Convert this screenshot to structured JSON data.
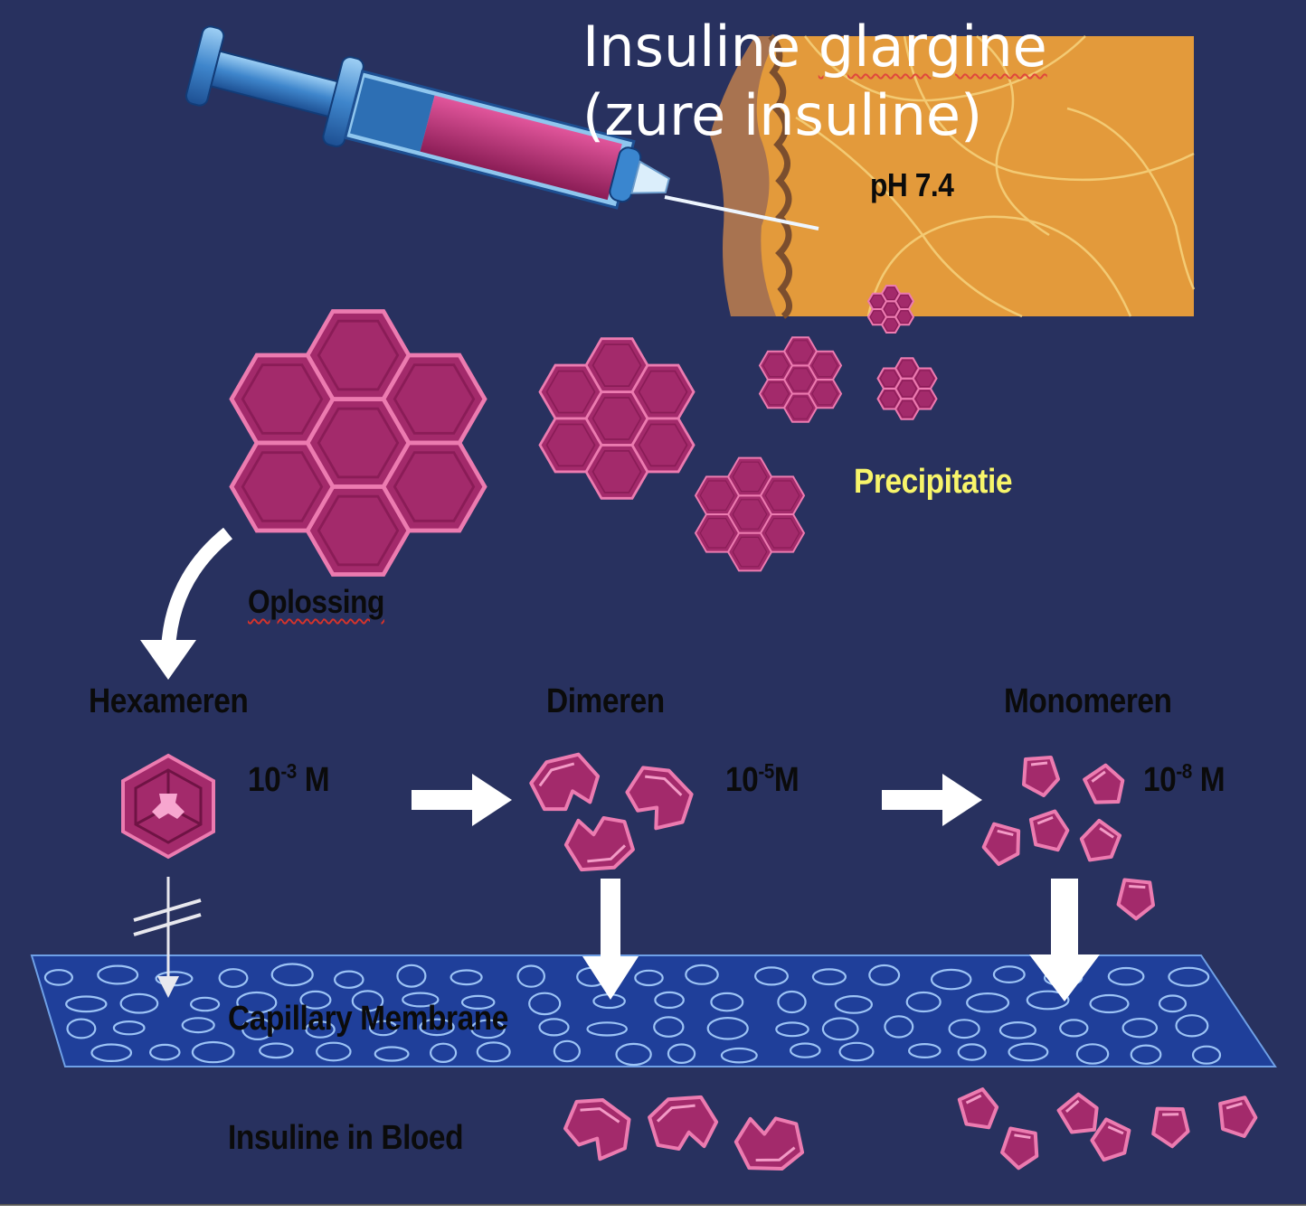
{
  "title": {
    "line1_a": "Insuline ",
    "line1_b": "glargine",
    "line2": "(zure insuline)"
  },
  "labels": {
    "ph": "pH 7.4",
    "precipitation": "Precipitatie",
    "dissolution": "Oplossing",
    "hexamers": "Hexameren",
    "dimers": "Dimeren",
    "monomers": "Monomeren",
    "membrane": "Capillary Membrane",
    "blood": "Insuline in Bloed"
  },
  "concentrations": {
    "hexamer": {
      "base": "10",
      "exp": "-3",
      "unit": " M"
    },
    "dimer": {
      "base": "10",
      "exp": "-5",
      "unit": "M"
    },
    "monomer": {
      "base": "10",
      "exp": "-8",
      "unit": " M"
    }
  },
  "colors": {
    "background": "#28315f",
    "tissue": "#e39a3b",
    "skin": "#a87350",
    "insulin": "#a32a6b",
    "insulin_edge": "#ec7bb0",
    "membrane": "#1f3f9a",
    "precipitation_text": "#f8f56a",
    "arrows": "#ffffff"
  }
}
